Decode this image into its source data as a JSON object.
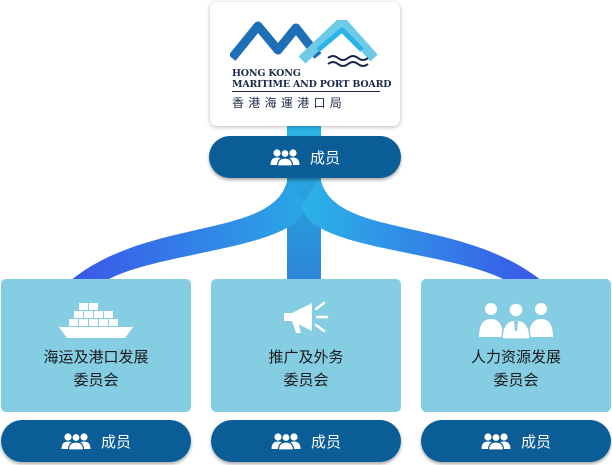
{
  "colors": {
    "accent_navy": "#0a5d96",
    "committee_bg": "#85cde3",
    "connector_start": "#3a56e8",
    "connector_end": "#2ab4e6",
    "logo_text": "#1b2a4a"
  },
  "logo": {
    "english_line1": "HONG KONG",
    "english_line2": "MARITIME AND PORT BOARD",
    "chinese": "香港海運港口局"
  },
  "top_pill": {
    "label": "成员",
    "icon": "people-group-icon"
  },
  "committees": [
    {
      "name": "海运及港口发展",
      "name2": "委员会",
      "icon": "cargo-ship-icon",
      "pill_label": "成员"
    },
    {
      "name": "推广及外务",
      "name2": "委员会",
      "icon": "megaphone-icon",
      "pill_label": "成员"
    },
    {
      "name": "人力资源发展",
      "name2": "委员会",
      "icon": "team-people-icon",
      "pill_label": "成员"
    }
  ]
}
